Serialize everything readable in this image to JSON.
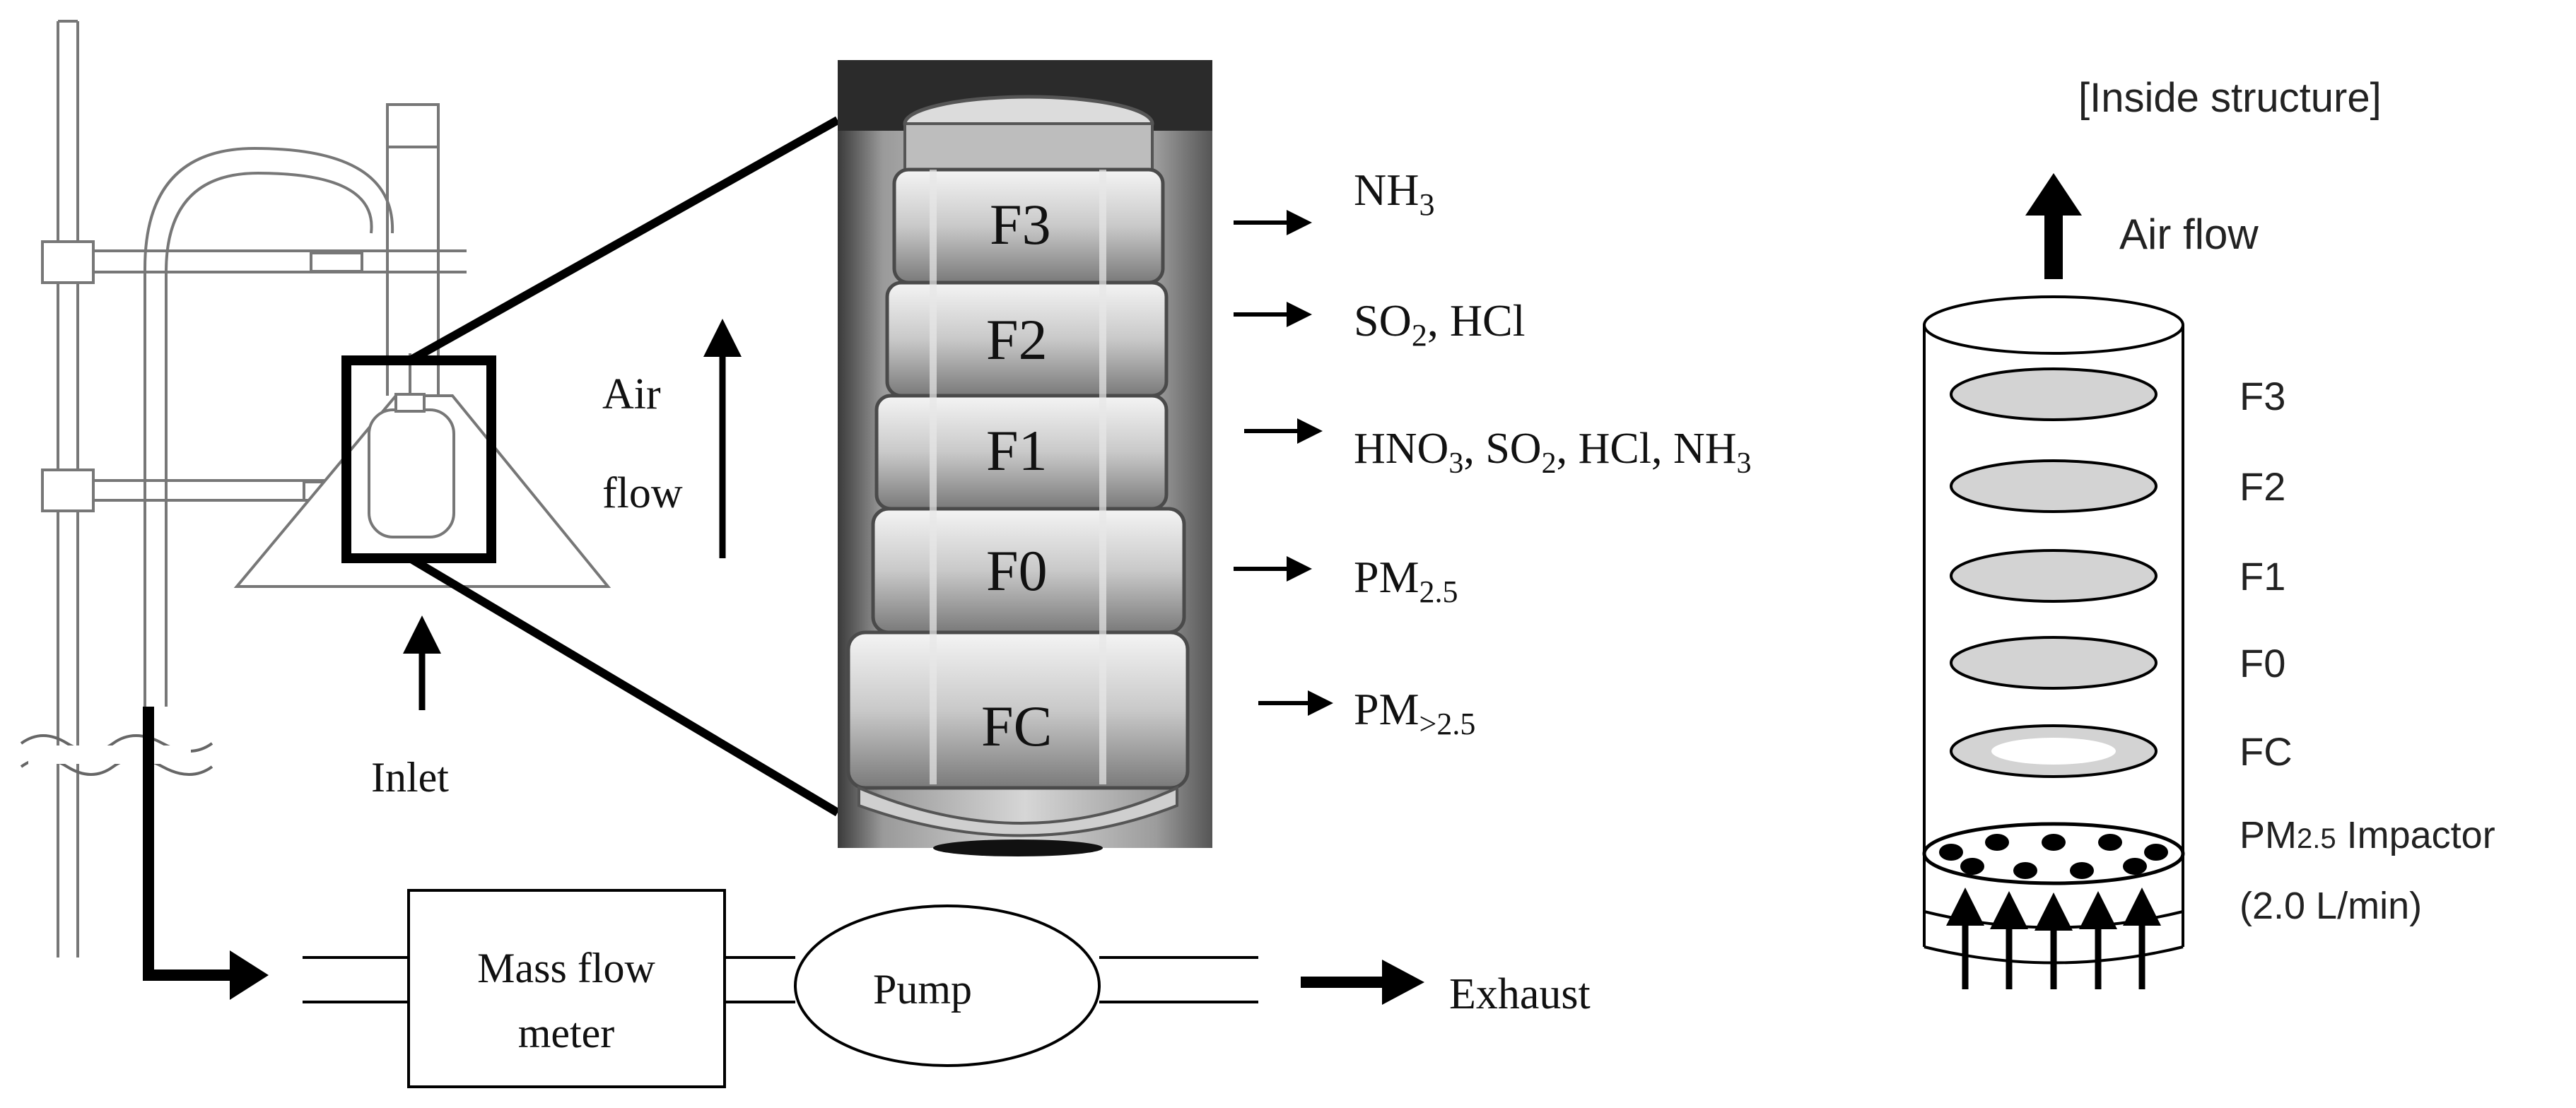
{
  "left_setup": {
    "inlet_label": "Inlet",
    "air_flow_word1": "Air",
    "air_flow_word2": "flow",
    "mass_flow_line1": "Mass flow",
    "mass_flow_line2": "meter",
    "pump_label": "Pump",
    "exhaust_label": "Exhaust"
  },
  "photo": {
    "stage_labels": [
      "F3",
      "F2",
      "F1",
      "F0",
      "FC"
    ]
  },
  "collected": [
    {
      "base": "NH",
      "sub": "3"
    },
    {
      "base": "SO",
      "sub": "2",
      "tail": ", HCl"
    },
    {
      "pre": "HNO",
      "sub1": "3",
      "mid": ", SO",
      "sub2": "2",
      "tail": ", HCl, NH",
      "sub3": "3"
    },
    {
      "base": "PM",
      "sub": "2.5"
    },
    {
      "base": "PM",
      "sub": ">2.5"
    }
  ],
  "inside": {
    "heading": "[Inside structure]",
    "air_flow_label": "Air flow",
    "filter_labels": [
      "F3",
      "F2",
      "F1",
      "F0",
      "FC"
    ],
    "impactor_pm": "PM",
    "impactor_sub": "2.5",
    "impactor_word": "Impactor",
    "impactor_flow": "(2.0 L/min)"
  }
}
